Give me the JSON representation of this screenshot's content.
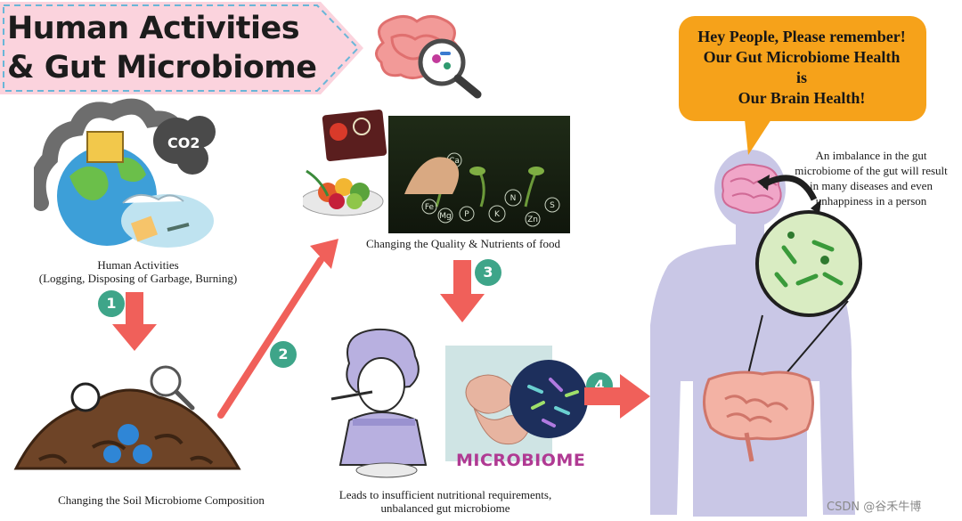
{
  "title": {
    "line1": "Human Activities",
    "line2": "& Gut Microbiome"
  },
  "steps": [
    {
      "number": "1",
      "caption_lines": [
        "Human Activities",
        "(Logging, Disposing of Garbage, Burning)"
      ]
    },
    {
      "number": "2",
      "caption_lines": [
        "Changing the Soil Microbiome Composition"
      ]
    },
    {
      "number": "3",
      "caption_lines": [
        "Changing the Quality & Nutrients of food"
      ]
    },
    {
      "number": "4",
      "caption_lines": [
        "Leads to insufficient nutritional requirements,",
        "unbalanced gut microbiome"
      ]
    }
  ],
  "speech_bubble": {
    "lines": [
      "Hey People, Please remember!",
      "Our Gut Microbiome Health",
      "is",
      "Our Brain Health!"
    ]
  },
  "side_note": {
    "lines": [
      "An imbalance in the gut",
      "microbiome of the gut will result",
      "in many diseases and even",
      "unhappiness in a person"
    ]
  },
  "microbiome_label": "MICROBIOME",
  "co2_label": "CO2",
  "nutrient_letters": [
    "N",
    "K",
    "P",
    "Zn",
    "Mg",
    "Fe",
    "S",
    "Ca"
  ],
  "watermark": "CSDN @谷禾牛博",
  "colors": {
    "arrow": "#f0605a",
    "step_badge": "#3ea589",
    "bubble": "#f6a21a",
    "title_banner": "#fbd3dd",
    "body_silhouette": "#c9c7e6"
  }
}
